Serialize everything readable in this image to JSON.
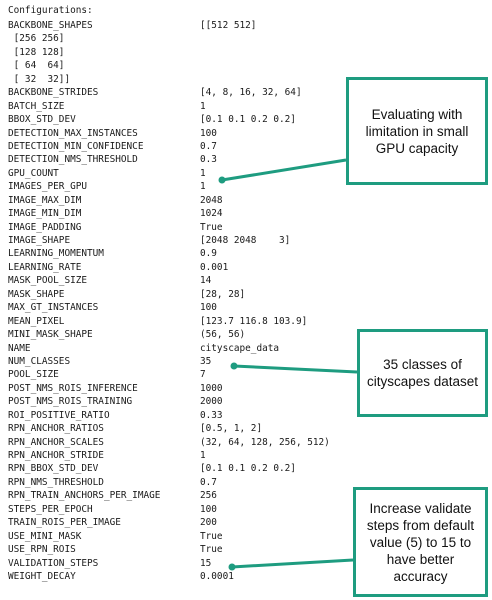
{
  "title": "Configurations:",
  "config_rows": [
    {
      "key": "BACKBONE_SHAPES",
      "value": "[[512 512]"
    },
    {
      "key": " [256 256]",
      "value": ""
    },
    {
      "key": " [128 128]",
      "value": ""
    },
    {
      "key": " [ 64  64]",
      "value": ""
    },
    {
      "key": " [ 32  32]]",
      "value": ""
    },
    {
      "key": "BACKBONE_STRIDES",
      "value": "[4, 8, 16, 32, 64]"
    },
    {
      "key": "BATCH_SIZE",
      "value": "1"
    },
    {
      "key": "BBOX_STD_DEV",
      "value": "[0.1 0.1 0.2 0.2]"
    },
    {
      "key": "DETECTION_MAX_INSTANCES",
      "value": "100"
    },
    {
      "key": "DETECTION_MIN_CONFIDENCE",
      "value": "0.7"
    },
    {
      "key": "DETECTION_NMS_THRESHOLD",
      "value": "0.3"
    },
    {
      "key": "GPU_COUNT",
      "value": "1"
    },
    {
      "key": "IMAGES_PER_GPU",
      "value": "1"
    },
    {
      "key": "IMAGE_MAX_DIM",
      "value": "2048"
    },
    {
      "key": "IMAGE_MIN_DIM",
      "value": "1024"
    },
    {
      "key": "IMAGE_PADDING",
      "value": "True"
    },
    {
      "key": "IMAGE_SHAPE",
      "value": "[2048 2048    3]"
    },
    {
      "key": "LEARNING_MOMENTUM",
      "value": "0.9"
    },
    {
      "key": "LEARNING_RATE",
      "value": "0.001"
    },
    {
      "key": "MASK_POOL_SIZE",
      "value": "14"
    },
    {
      "key": "MASK_SHAPE",
      "value": "[28, 28]"
    },
    {
      "key": "MAX_GT_INSTANCES",
      "value": "100"
    },
    {
      "key": "MEAN_PIXEL",
      "value": "[123.7 116.8 103.9]"
    },
    {
      "key": "MINI_MASK_SHAPE",
      "value": "(56, 56)"
    },
    {
      "key": "NAME",
      "value": "cityscape_data"
    },
    {
      "key": "NUM_CLASSES",
      "value": "35"
    },
    {
      "key": "POOL_SIZE",
      "value": "7"
    },
    {
      "key": "POST_NMS_ROIS_INFERENCE",
      "value": "1000"
    },
    {
      "key": "POST_NMS_ROIS_TRAINING",
      "value": "2000"
    },
    {
      "key": "ROI_POSITIVE_RATIO",
      "value": "0.33"
    },
    {
      "key": "RPN_ANCHOR_RATIOS",
      "value": "[0.5, 1, 2]"
    },
    {
      "key": "RPN_ANCHOR_SCALES",
      "value": "(32, 64, 128, 256, 512)"
    },
    {
      "key": "RPN_ANCHOR_STRIDE",
      "value": "1"
    },
    {
      "key": "RPN_BBOX_STD_DEV",
      "value": "[0.1 0.1 0.2 0.2]"
    },
    {
      "key": "RPN_NMS_THRESHOLD",
      "value": "0.7"
    },
    {
      "key": "RPN_TRAIN_ANCHORS_PER_IMAGE",
      "value": "256"
    },
    {
      "key": "STEPS_PER_EPOCH",
      "value": "100"
    },
    {
      "key": "TRAIN_ROIS_PER_IMAGE",
      "value": "200"
    },
    {
      "key": "USE_MINI_MASK",
      "value": "True"
    },
    {
      "key": "USE_RPN_ROIS",
      "value": "True"
    },
    {
      "key": "VALIDATION_STEPS",
      "value": "15"
    },
    {
      "key": "WEIGHT_DECAY",
      "value": "0.0001"
    }
  ],
  "callouts": {
    "gpu": "Evaluating with limitation in small GPU capacity",
    "classes": "35 classes of cityscapes dataset",
    "steps": "Increase validate steps from default value (5) to 15 to have better accuracy"
  },
  "colors": {
    "callout_border": "#1e9c80",
    "leader_line": "#1e9c80",
    "text": "#1a1a1a"
  }
}
